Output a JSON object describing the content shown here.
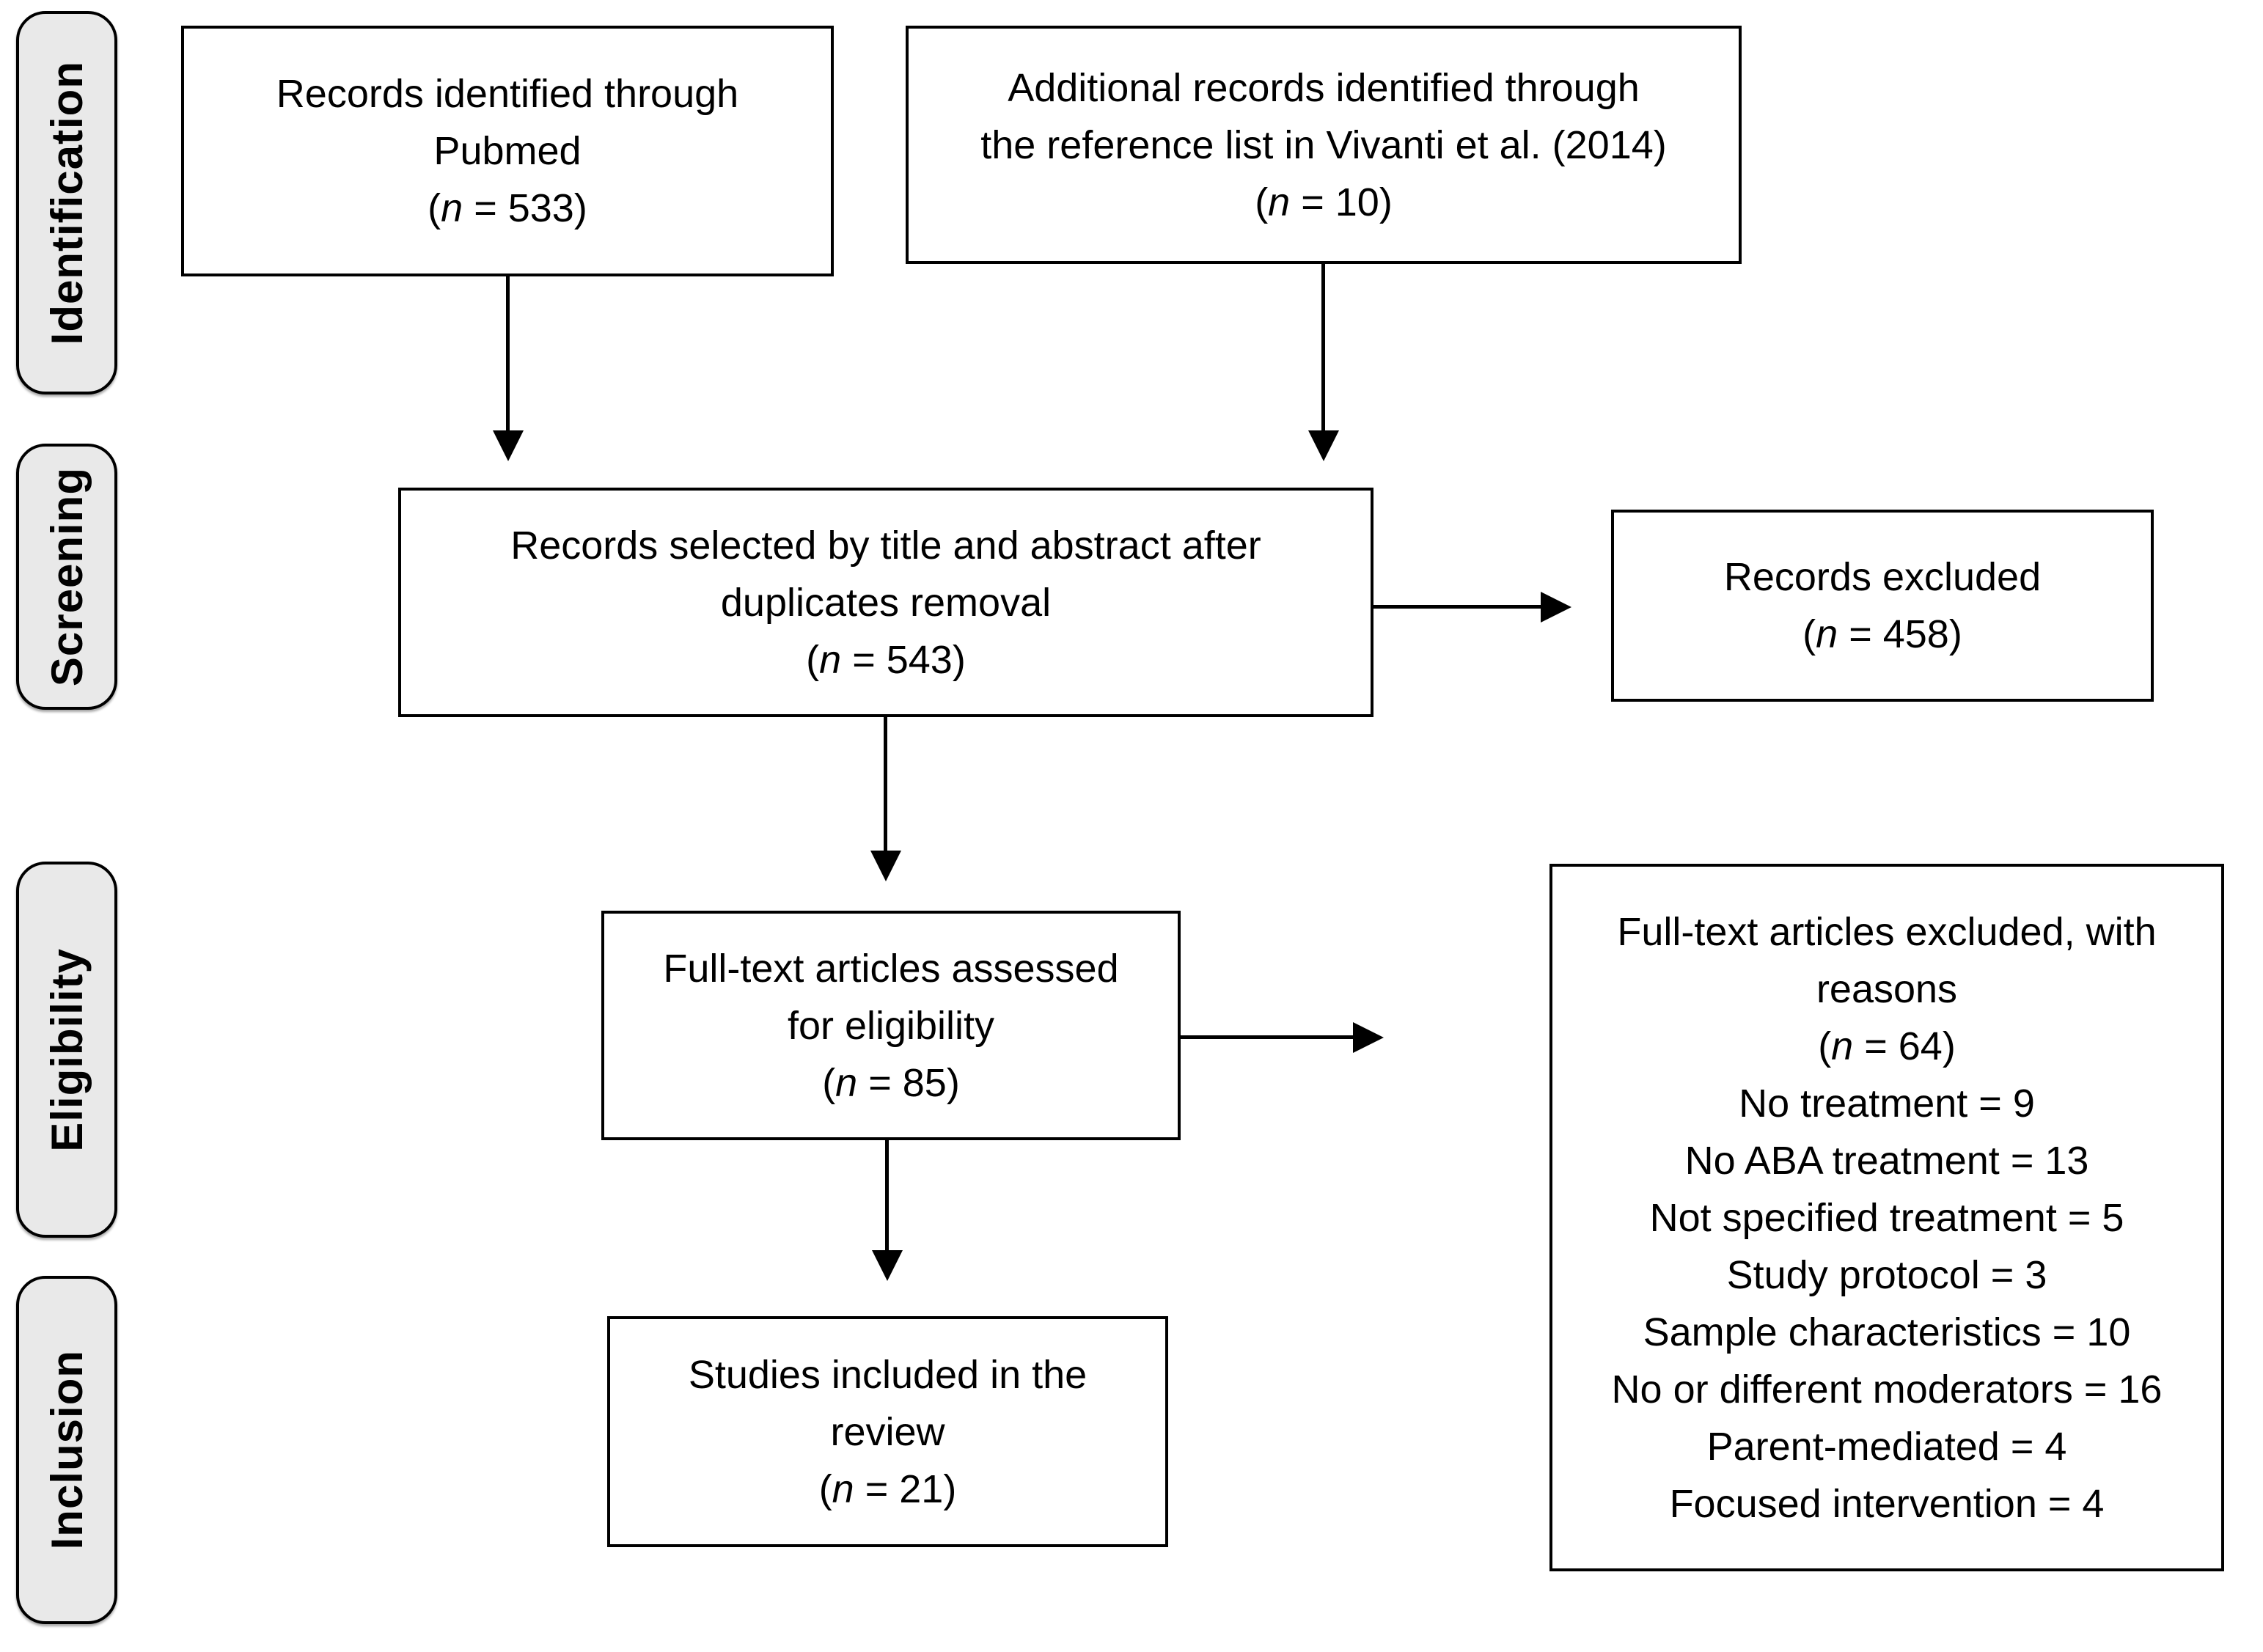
{
  "diagram": {
    "stage_labels": [
      {
        "id": "identification",
        "label": "Identification"
      },
      {
        "id": "screening",
        "label": "Screening"
      },
      {
        "id": "eligibility",
        "label": "Eligibility"
      },
      {
        "id": "inclusion",
        "label": "Inclusion"
      }
    ],
    "boxes": {
      "records_identified": {
        "lines": [
          "Records identified through",
          "Pubmed",
          "(n = 533)"
        ]
      },
      "additional_records": {
        "lines": [
          "Additional records identified through",
          "the reference list in Vivanti et al. (2014)",
          "(n = 10)"
        ]
      },
      "records_selected": {
        "lines": [
          "Records selected by title and abstract after",
          "duplicates removal",
          "(n = 543)"
        ]
      },
      "records_excluded": {
        "lines": [
          "Records excluded",
          "(n = 458)"
        ]
      },
      "fulltext_assessed": {
        "lines": [
          "Full-text articles assessed",
          "for eligibility",
          "(n = 85)"
        ]
      },
      "fulltext_excluded": {
        "lines": [
          "Full-text articles excluded, with",
          "reasons",
          "(n = 64)",
          "No treatment = 9",
          "No ABA treatment = 13",
          "Not specified treatment = 5",
          "Study protocol = 3",
          "Sample characteristics = 10",
          "No or different moderators = 16",
          "Parent-mediated = 4",
          "Focused intervention = 4"
        ]
      },
      "studies_included": {
        "lines": [
          "Studies included in the",
          "review",
          "(n = 21)"
        ]
      }
    },
    "colors": {
      "background": "#ffffff",
      "stage_label_bg": "#e9e9e9",
      "box_border": "#000000",
      "arrow": "#000000"
    }
  }
}
